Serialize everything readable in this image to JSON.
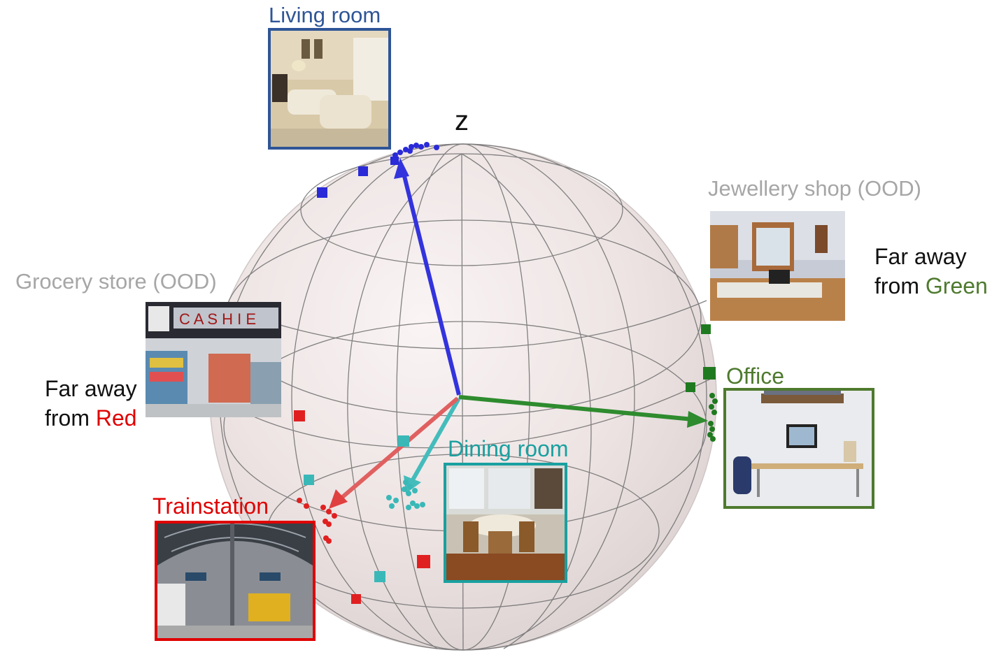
{
  "axis_label": "z",
  "classes": {
    "living_room": {
      "label": "Living room",
      "color": "#2f5597",
      "marker_color": "#2a2ad8"
    },
    "office": {
      "label": "Office",
      "color": "#4e7a2e",
      "marker_color": "#1f7a1f"
    },
    "dining_room": {
      "label": "Dining room",
      "color": "#19a0a0",
      "marker_color": "#3ab8b8"
    },
    "trainstation": {
      "label": "Trainstation",
      "color": "#e00000",
      "marker_color": "#e02020"
    }
  },
  "ood": {
    "jewellery_shop": {
      "label": "Jewellery shop (OOD)",
      "note_line1": "Far away",
      "note_line2_prefix": "from ",
      "note_line2_color_word": "Green"
    },
    "grocery_store": {
      "label": "Grocery store (OOD)",
      "note_line1": "Far away",
      "note_line2_prefix": "from ",
      "note_line2_color_word": "Red"
    }
  }
}
